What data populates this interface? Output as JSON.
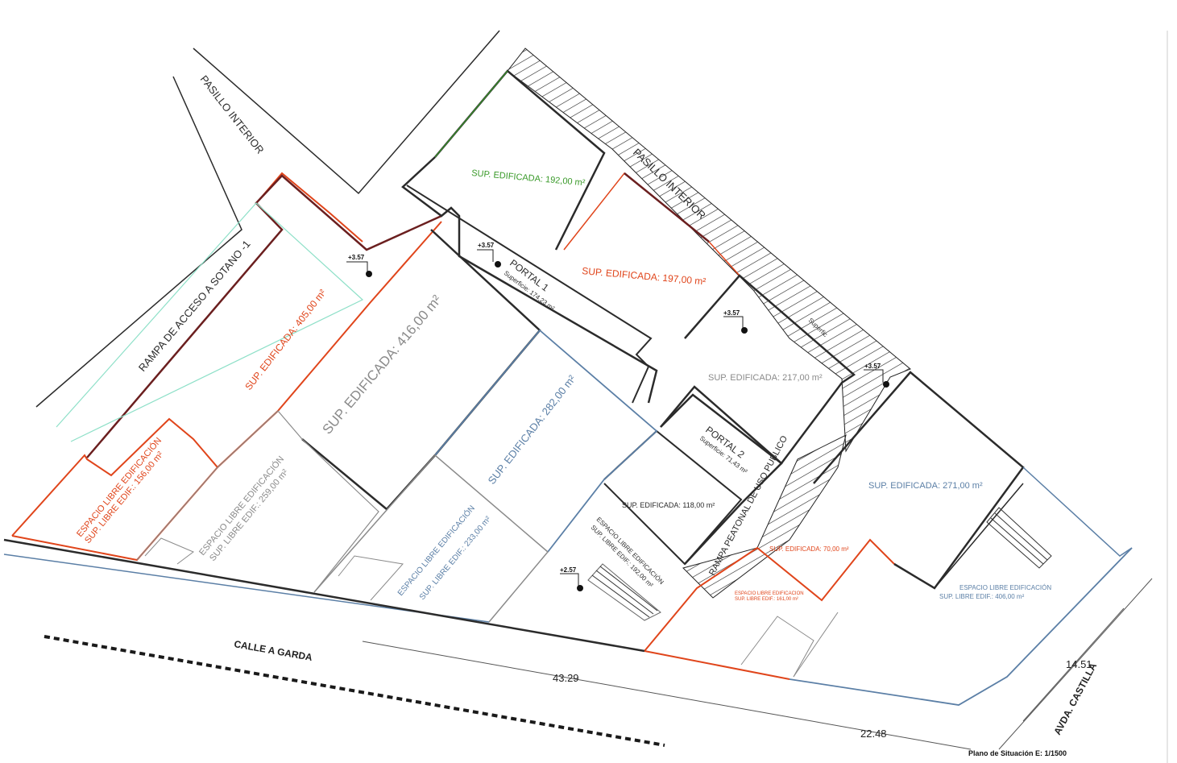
{
  "colors": {
    "dark": "#2b2b2b",
    "red": "#e0451b",
    "blue": "#5b7fa6",
    "green": "#3a9a2a",
    "grey": "#8a8a8a",
    "maroon": "#6b1f1f",
    "teal": "#8ee0c8"
  },
  "labels": {
    "pasillo_interior_left": "PASILLO INTERIOR",
    "pasillo_interior_right": "PASILLO INTERIOR",
    "rampa_sotano": "RAMPA DE ACCESO A SOTANO -1",
    "rampa_peatonal": "RAMPA PEATONAL DE USO PUBLICO",
    "portal1": "PORTAL 1",
    "portal1_sup": "Superficie: 174,23 m²",
    "portal2": "PORTAL 2",
    "portal2_sup": "Superficie: 71,43 m²",
    "superficie_partial": "Superfic",
    "sup_192": "SUP. EDIFICADA: 192,00 m²",
    "sup_197": "SUP. EDIFICADA: 197,00 m²",
    "sup_217": "SUP. EDIFICADA: 217,00 m²",
    "sup_405": "SUP. EDIFICADA: 405,00 m²",
    "sup_416": "SUP. EDIFICADA: 416,00 m²",
    "sup_282": "SUP. EDIFICADA: 282,00 m²",
    "sup_118": "SUP. EDIFICADA: 118,00 m²",
    "sup_271": "SUP. EDIFICADA: 271,00 m²",
    "sup_70": "SUP. EDIFICADA: 70,00 m²",
    "esp_156_a": "ESPACIO LIBRE EDIFICACIÓN",
    "esp_156_b": "SUP. LIBRE EDIF.: 156,00 m²",
    "esp_259_a": "ESPACIO LIBRE EDIFICACIÓN",
    "esp_259_b": "SUP. LIBRE EDIF.: 259,00 m²",
    "esp_233_a": "ESPACIO LIBRE EDIFICACIÓN",
    "esp_233_b": "SUP. LIBRE EDIF.: 233,00 m²",
    "esp_192_a": "ESPACIO LIBRE EDIFICACIÓN",
    "esp_192_b": "SUP. LIBRE EDIF.: 192,00 m²",
    "esp_161_a": "ESPACIO LIBRE EDIFICACION",
    "esp_161_b": "SUP. LIBRE EDIF.: 161,00 m²",
    "esp_406_a": "ESPACIO LIBRE EDIFICACIÓN",
    "esp_406_b": "SUP. LIBRE EDIF.: 406,00 m²",
    "level_1": "+3.57",
    "level_2": "+3.57",
    "level_3": "+3.57",
    "level_4": "+3.57",
    "level_5": "+2.57",
    "calle": "CALLE A GARDA",
    "avda": "AVDA. CASTILLA",
    "dim_43": "43.29",
    "dim_22": "22.48",
    "dim_14": "14.51",
    "plano_title": "Plano de Situación  E: 1/1500"
  }
}
